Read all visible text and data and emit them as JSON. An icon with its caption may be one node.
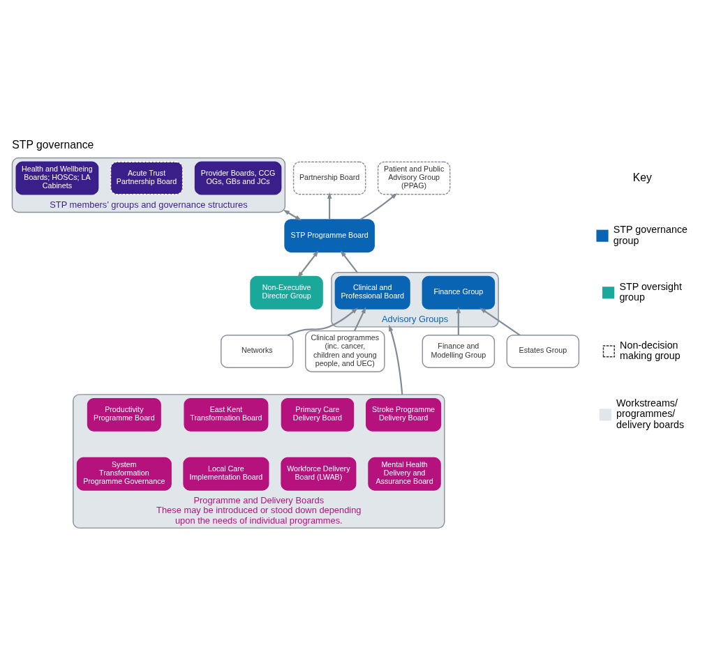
{
  "diagram": {
    "title": "STP governance",
    "nodes": [
      {
        "text": [
          "Non-Executive Director Group"
        ]
      },
      {
        "text": [
          "STP Programme Board"
        ]
      },
      {
        "text": [
          "STP members’ groups and governance structures"
        ]
      },
      {
        "text": [
          "Provider Boards, CCG OGs, GBs and JCs"
        ],
        "in": 2
      },
      {
        "text": [
          "Acute Trust Partnership Board"
        ],
        "in": 2
      },
      {
        "text": [
          "Health and Wellbeing Boards; HOSCs; LA Cabinets"
        ],
        "in": 2
      },
      {
        "text": [
          "Partnership Board"
        ]
      },
      {
        "text": [
          "Patient and Public Advisory Group (PPAG)"
        ]
      },
      {
        "text": [
          "Advisory Groups"
        ]
      },
      {
        "text": [
          "Clinical and Professional Board"
        ],
        "in": 8
      },
      {
        "text": [
          "Finance Group"
        ],
        "in": 8
      },
      {
        "text": [
          "Networks"
        ]
      },
      {
        "text": [
          "Clinical programmes (inc. cancer, children and young people, and UEC)"
        ]
      },
      {
        "text": [
          "Finance and Modelling Group"
        ]
      },
      {
        "text": [
          "Estates Group"
        ]
      },
      {
        "text": [
          "Programme and Delivery Boards",
          "These may be introduced or stood down depending upon the needs of individual programmes."
        ]
      },
      {
        "text": [
          "Stroke Programme Delivery Board"
        ],
        "in": 15
      },
      {
        "text": [
          "Primary Care Delivery Board"
        ],
        "in": 15
      },
      {
        "text": [
          "East Kent Transformation Board"
        ],
        "in": 15
      },
      {
        "text": [
          "Productivity Programme Board"
        ],
        "in": 15
      },
      {
        "text": [
          "Mental Health Delivery and Assurance Board"
        ],
        "in": 15
      },
      {
        "text": [
          "Workforce Delivery Board (LWAB)"
        ],
        "in": 15
      },
      {
        "text": [
          "Local Care Implementation Board"
        ],
        "in": 15
      },
      {
        "text": [
          "System Transformation Programme Governance"
        ],
        "in": 15
      }
    ],
    "edges": [
      {
        "from": 0,
        "to": 1,
        "arrow": "both"
      },
      {
        "from": 1,
        "to": 2,
        "arrow": "both"
      },
      {
        "from": 1,
        "to": 6,
        "arrow": "to"
      },
      {
        "from": 1,
        "to": 7,
        "arrow": "to"
      },
      {
        "from": 8,
        "to": 1,
        "arrow": "to"
      },
      {
        "from": 11,
        "to": 9,
        "arrow": "to"
      },
      {
        "from": 12,
        "to": 9,
        "arrow": "to"
      },
      {
        "from": 13,
        "to": 10,
        "arrow": "to"
      },
      {
        "from": 14,
        "to": 10,
        "arrow": "to"
      },
      {
        "from": 15,
        "to": 8,
        "arrow": "to"
      }
    ],
    "labels": [
      "Key"
    ],
    "legend": [
      {
        "text": "STP governance group",
        "color": "#0a64b4"
      },
      {
        "text": "STP oversight group",
        "color": "#1aa89a"
      },
      {
        "text": "Non-decision making group"
      },
      {
        "text": "Workstreams/ programmes/ delivery boards",
        "color": "#e1e6eb"
      }
    ]
  }
}
